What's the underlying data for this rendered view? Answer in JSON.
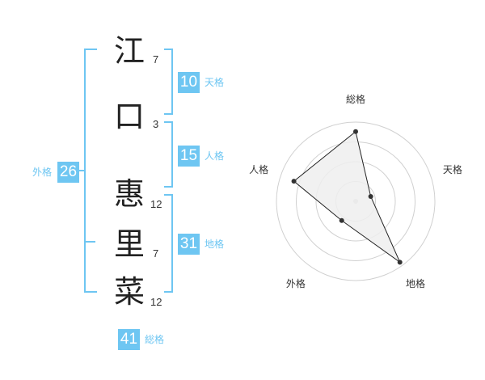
{
  "name_chars": [
    {
      "char": "江",
      "strokes": "7"
    },
    {
      "char": "口",
      "strokes": "3"
    },
    {
      "char": "惠",
      "strokes": "12"
    },
    {
      "char": "里",
      "strokes": "7"
    },
    {
      "char": "菜",
      "strokes": "12"
    }
  ],
  "kakusu": {
    "tenkaku": {
      "value": "10",
      "label": "天格"
    },
    "jinkaku": {
      "value": "15",
      "label": "人格"
    },
    "chikaku": {
      "value": "31",
      "label": "地格"
    },
    "gaikaku": {
      "value": "26",
      "label": "外格"
    },
    "soukaku": {
      "value": "41",
      "label": "総格"
    }
  },
  "chart_data": {
    "type": "radar",
    "axes": [
      "総格",
      "天格",
      "地格",
      "外格",
      "人格"
    ],
    "rings": 4,
    "values": [
      0.88,
      0.2,
      0.95,
      0.3,
      0.82
    ],
    "fill_color": "#eeeeee",
    "line_color": "#222222"
  },
  "colors": {
    "accent": "#6ec6f2",
    "text": "#222222"
  }
}
